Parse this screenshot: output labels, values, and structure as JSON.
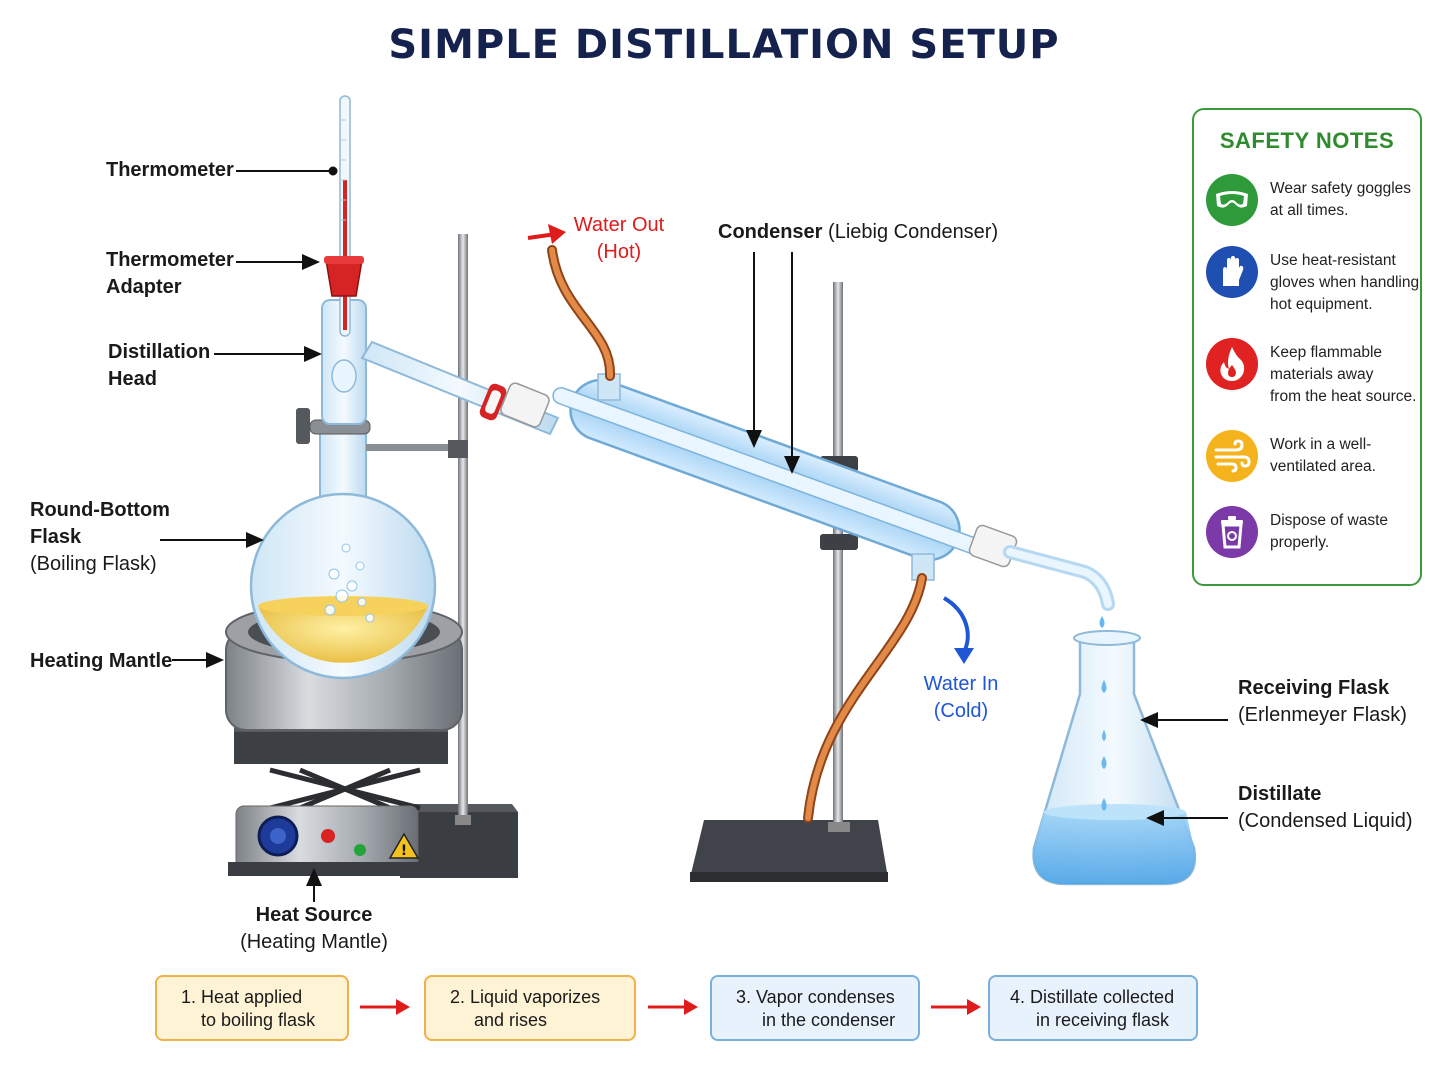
{
  "title": "SIMPLE DISTILLATION SETUP",
  "labels": {
    "thermometer": "Thermometer",
    "thermometer_adapter_1": "Thermometer",
    "thermometer_adapter_2": "Adapter",
    "distillation_head_1": "Distillation",
    "distillation_head_2": "Head",
    "rb_flask_1": "Round-Bottom",
    "rb_flask_2": "Flask",
    "rb_flask_3": "(Boiling Flask)",
    "heating_mantle": "Heating Mantle",
    "heat_source_1": "Heat Source",
    "heat_source_2": "(Heating Mantle)",
    "water_out_1": "Water Out",
    "water_out_2": "(Hot)",
    "condenser_bold": "Condenser",
    "condenser_sub": "(Liebig Condenser)",
    "water_in_1": "Water In",
    "water_in_2": "(Cold)",
    "receiving_1": "Receiving Flask",
    "receiving_2": "(Erlenmeyer Flask)",
    "distillate_1": "Distillate",
    "distillate_2": "(Condensed Liquid)"
  },
  "safety": {
    "title": "SAFETY NOTES",
    "notes": [
      {
        "icon": "goggles-icon",
        "color": "#2e9a3a",
        "lines": [
          "Wear safety goggles",
          "at all times."
        ]
      },
      {
        "icon": "glove-icon",
        "color": "#1f4fb0",
        "lines": [
          "Use heat-resistant",
          "gloves when handling",
          "hot equipment."
        ]
      },
      {
        "icon": "flame-icon",
        "color": "#e02222",
        "lines": [
          "Keep flammable",
          "materials away",
          "from the heat source."
        ]
      },
      {
        "icon": "ventilation-icon",
        "color": "#f4b21c",
        "lines": [
          "Work in a well-",
          "ventilated area."
        ]
      },
      {
        "icon": "waste-bin-icon",
        "color": "#7b3aa8",
        "lines": [
          "Dispose of waste",
          "properly."
        ]
      }
    ]
  },
  "steps": [
    {
      "lines": [
        "1.  Heat applied",
        "to boiling flask"
      ],
      "color": "#f0b04a"
    },
    {
      "lines": [
        "2.  Liquid vaporizes",
        "and rises"
      ],
      "color": "#f0b04a"
    },
    {
      "lines": [
        "3.  Vapor condenses",
        "in the condenser"
      ],
      "color": "#7ab0de"
    },
    {
      "lines": [
        "4.  Distillate collected",
        "in receiving flask"
      ],
      "color": "#7ab0de"
    }
  ],
  "colors": {
    "title": "#16224e",
    "water_out": "#e01b1b",
    "water_in": "#1f56d6",
    "flow_arrow": "#e01b1b"
  }
}
